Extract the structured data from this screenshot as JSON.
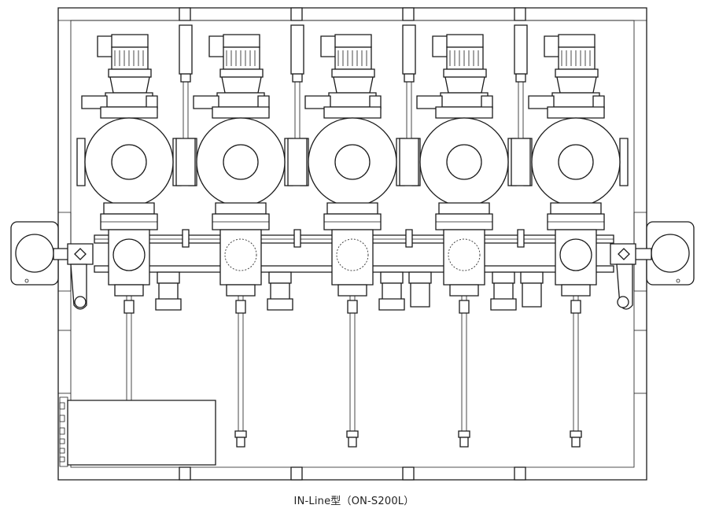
{
  "caption": "IN-Line型（ON-S200L）",
  "drawing": {
    "units": [
      {
        "id": "unit-1",
        "sensor_circle": "solid"
      },
      {
        "id": "unit-2",
        "sensor_circle": "dashed"
      },
      {
        "id": "unit-3",
        "sensor_circle": "dashed"
      },
      {
        "id": "unit-4",
        "sensor_circle": "dashed"
      },
      {
        "id": "unit-5",
        "sensor_circle": "solid"
      }
    ],
    "line_color": "#1a1a1a",
    "background": "#ffffff"
  }
}
